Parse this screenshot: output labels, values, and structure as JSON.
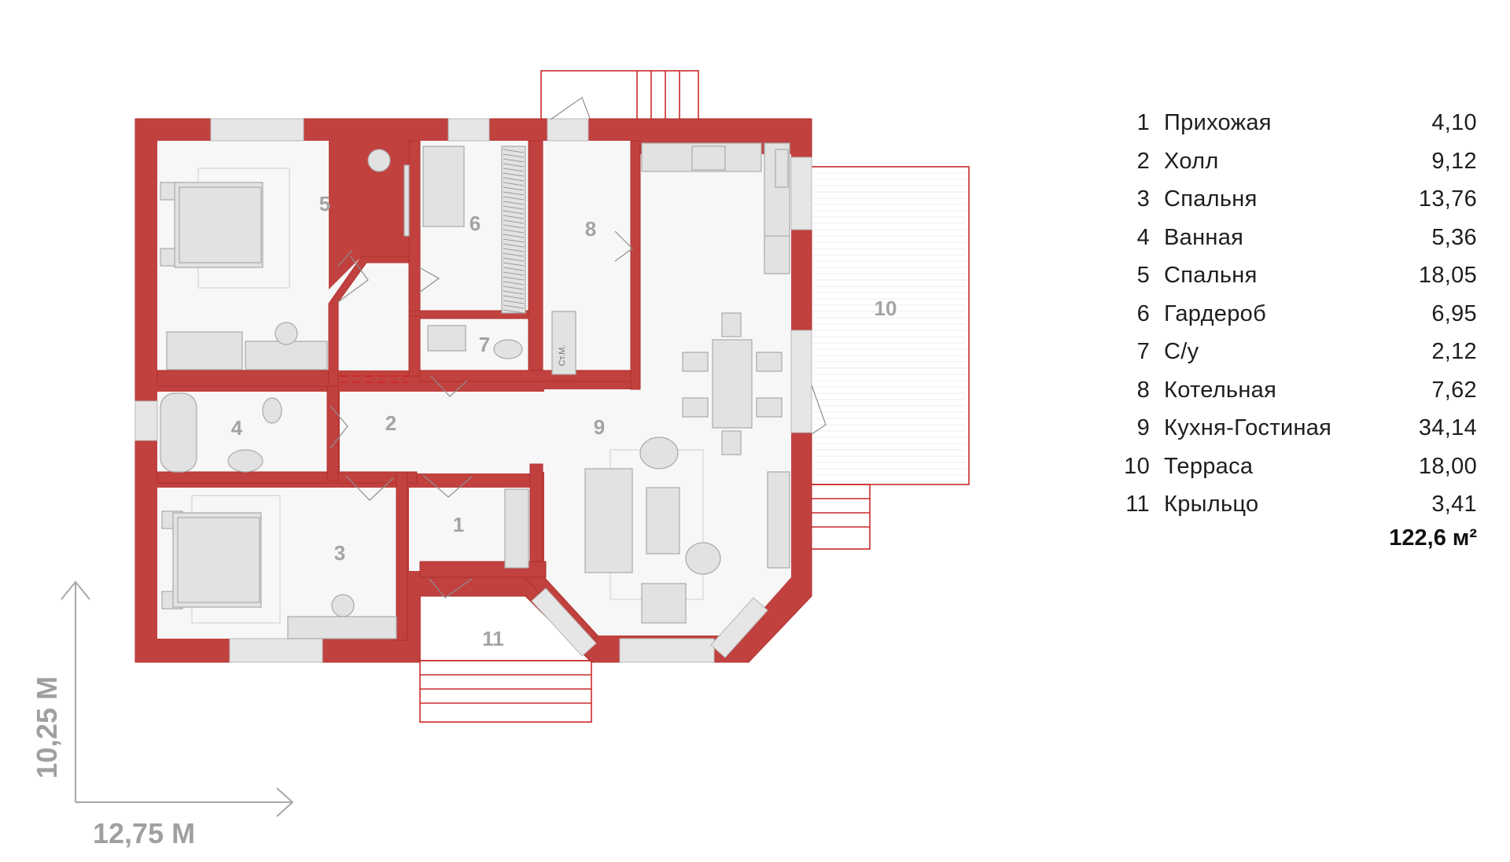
{
  "rooms": [
    {
      "num": "1",
      "name": "Прихожая",
      "area": "4,10"
    },
    {
      "num": "2",
      "name": "Холл",
      "area": "9,12"
    },
    {
      "num": "3",
      "name": "Спальня",
      "area": "13,76"
    },
    {
      "num": "4",
      "name": "Ванная",
      "area": "5,36"
    },
    {
      "num": "5",
      "name": "Спальня",
      "area": "18,05"
    },
    {
      "num": "6",
      "name": "Гардероб",
      "area": "6,95"
    },
    {
      "num": "7",
      "name": "С/у",
      "area": "2,12"
    },
    {
      "num": "8",
      "name": "Котельная",
      "area": "7,62"
    },
    {
      "num": "9",
      "name": "Кухня-Гостиная",
      "area": "34,14"
    },
    {
      "num": "10",
      "name": "Терраса",
      "area": "18,00"
    },
    {
      "num": "11",
      "name": "Крыльцо",
      "area": "3,41"
    }
  ],
  "total_area": "122,6 м²",
  "dimensions": {
    "width": "12,75 М",
    "height": "10,25 М"
  },
  "plan_labels": {
    "boiler_tag": "Ст.М."
  },
  "colors": {
    "wall": "#c1413f",
    "room_fill": "#f7f7f7",
    "outline": "#cc2a2a",
    "label": "#a3a3a3"
  }
}
